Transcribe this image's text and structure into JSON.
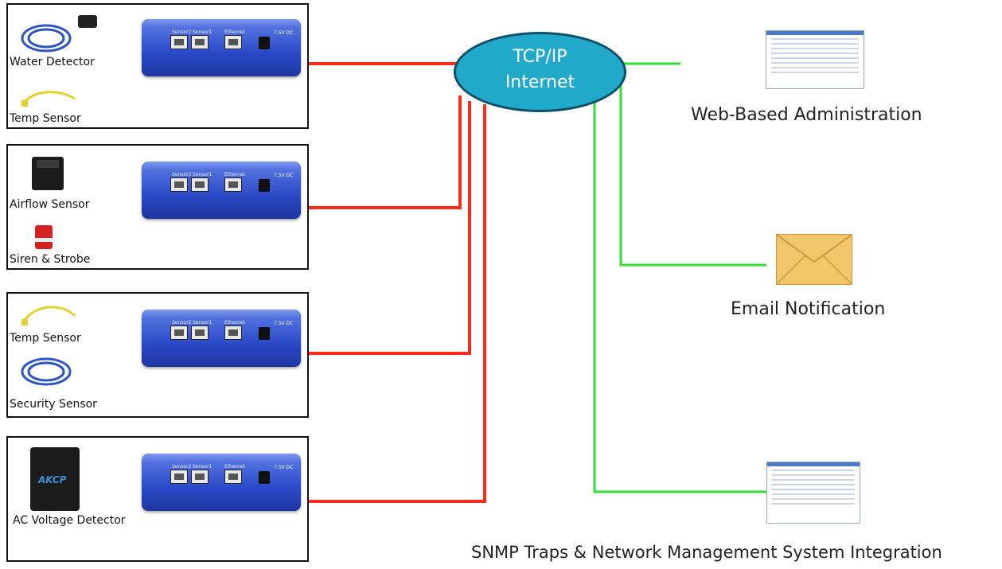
{
  "cloud": {
    "line1": "TCP/IP",
    "line2": "Internet"
  },
  "panels": [
    {
      "sensors": [
        "Water Detector",
        "Temp Sensor"
      ]
    },
    {
      "sensors": [
        "Airflow Sensor",
        "Siren & Strobe"
      ]
    },
    {
      "sensors": [
        "Temp Sensor",
        "Security Sensor"
      ]
    },
    {
      "sensors": [
        "AC Voltage Detector"
      ]
    }
  ],
  "device": {
    "port1": "Sensor2",
    "port2": "Sensor1",
    "port3": "Ethernet",
    "power": "7.5V DC"
  },
  "outputs": {
    "web": "Web-Based Administration",
    "email": "Email Notification",
    "snmp": "SNMP Traps & Network Management System Integration"
  },
  "logo_text": "AKCP",
  "icons": [
    "water-detector-icon",
    "temp-sensor-icon",
    "airflow-sensor-icon",
    "siren-strobe-icon",
    "security-sensor-icon",
    "ac-voltage-detector-icon",
    "envelope-icon",
    "web-admin-screenshot",
    "snmp-screenshot"
  ],
  "colors": {
    "network_line": "#ff2a1a",
    "sensor_line": "#33dd33",
    "cloud": "#20a9c9",
    "device": "#2b49c8"
  }
}
